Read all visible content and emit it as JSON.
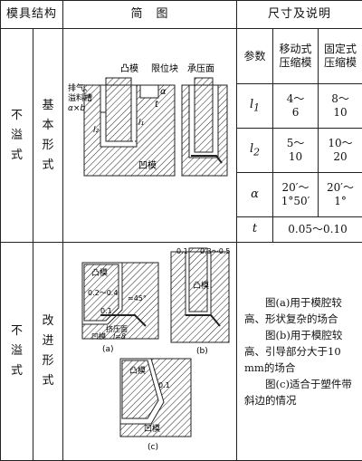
{
  "headers": {
    "structure": "模具结构",
    "diagram": "简　图",
    "dims": "尺寸及说明"
  },
  "group1": {
    "class": [
      "不",
      "溢",
      "式"
    ],
    "form": [
      "基",
      "本",
      "形",
      "式"
    ],
    "param_header": "参数",
    "col_moving": [
      "移动式",
      "压缩模"
    ],
    "col_fixed": [
      "固定式",
      "压缩模"
    ],
    "rows": [
      {
        "sym": "l",
        "sub": "1",
        "moving": [
          "4～",
          "6"
        ],
        "fixed": [
          "8～",
          "10"
        ]
      },
      {
        "sym": "l",
        "sub": "2",
        "moving": [
          "5～",
          "10"
        ],
        "fixed": [
          "10～",
          "20"
        ]
      },
      {
        "sym": "α",
        "sub": "",
        "moving": [
          "20′～",
          "1°50′"
        ],
        "fixed": [
          "20′～",
          "1°"
        ]
      }
    ],
    "t_row": {
      "sym": "t",
      "value": "0.05～0.10"
    },
    "fig_labels": {
      "punch": "凸模",
      "stop": "限位块",
      "pressure_face": "承压面",
      "vent": [
        "排气、",
        "溢料槽",
        "α×b"
      ],
      "cavity": "凹模",
      "alpha": "α",
      "t": "t",
      "l1": "l₁",
      "l2": "l₂"
    }
  },
  "group2": {
    "class": [
      "不",
      "溢",
      "式"
    ],
    "form": [
      "改",
      "进",
      "形",
      "式"
    ],
    "notes": [
      "图(a)用于模腔较高、形状复杂的场合",
      "图(b)用于模腔较高、引导部分大于10 mm的场合",
      "图(c)适合于塑件带斜边的情况"
    ],
    "fig_a": {
      "punch": "凸模",
      "dim1": "0.2～0.4",
      "dim2": "0.1",
      "angle": "≈45°",
      "pressure_face": "挤压面",
      "cavity": "凹模",
      "l": "l=8",
      "cap": "(a)"
    },
    "fig_b": {
      "dim1": "0.1",
      "dim2": "0.3～0.5",
      "punch": "凸模",
      "cap": "(b)"
    },
    "fig_c": {
      "punch": "凸模",
      "dim": "0.1",
      "cavity": "凹模",
      "cap": "(c)"
    }
  }
}
